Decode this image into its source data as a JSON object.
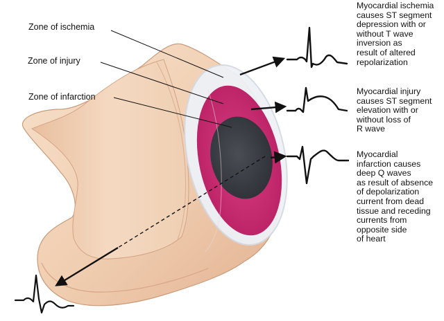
{
  "labels": {
    "ischemia_zone": "Zone of ischemia",
    "injury_zone": "Zone of injury",
    "infarction_zone": "Zone of infarction"
  },
  "captions": {
    "ischemia": "Myocardial ischemia\ncauses ST segment\ndepression with or\nwithout T wave\ninversion as\nresult of altered\nrepolarization",
    "injury": "Myocardial injury\ncauses ST segment\nelevation with or\nwithout loss of\nR wave",
    "infarction": "Myocardial\ninfarction causes\ndeep Q waves\nas result of absence\nof depolarization\ncurrent from dead\ntissue and receding\ncurrents from\nopposite side\nof heart"
  },
  "colors": {
    "muscle": "#f1d2b6",
    "muscle_shadow": "#dba888",
    "ischemia": "#eef1f6",
    "injury": "#cc2a72",
    "infarction": "#3e4149",
    "ink": "#111111"
  }
}
